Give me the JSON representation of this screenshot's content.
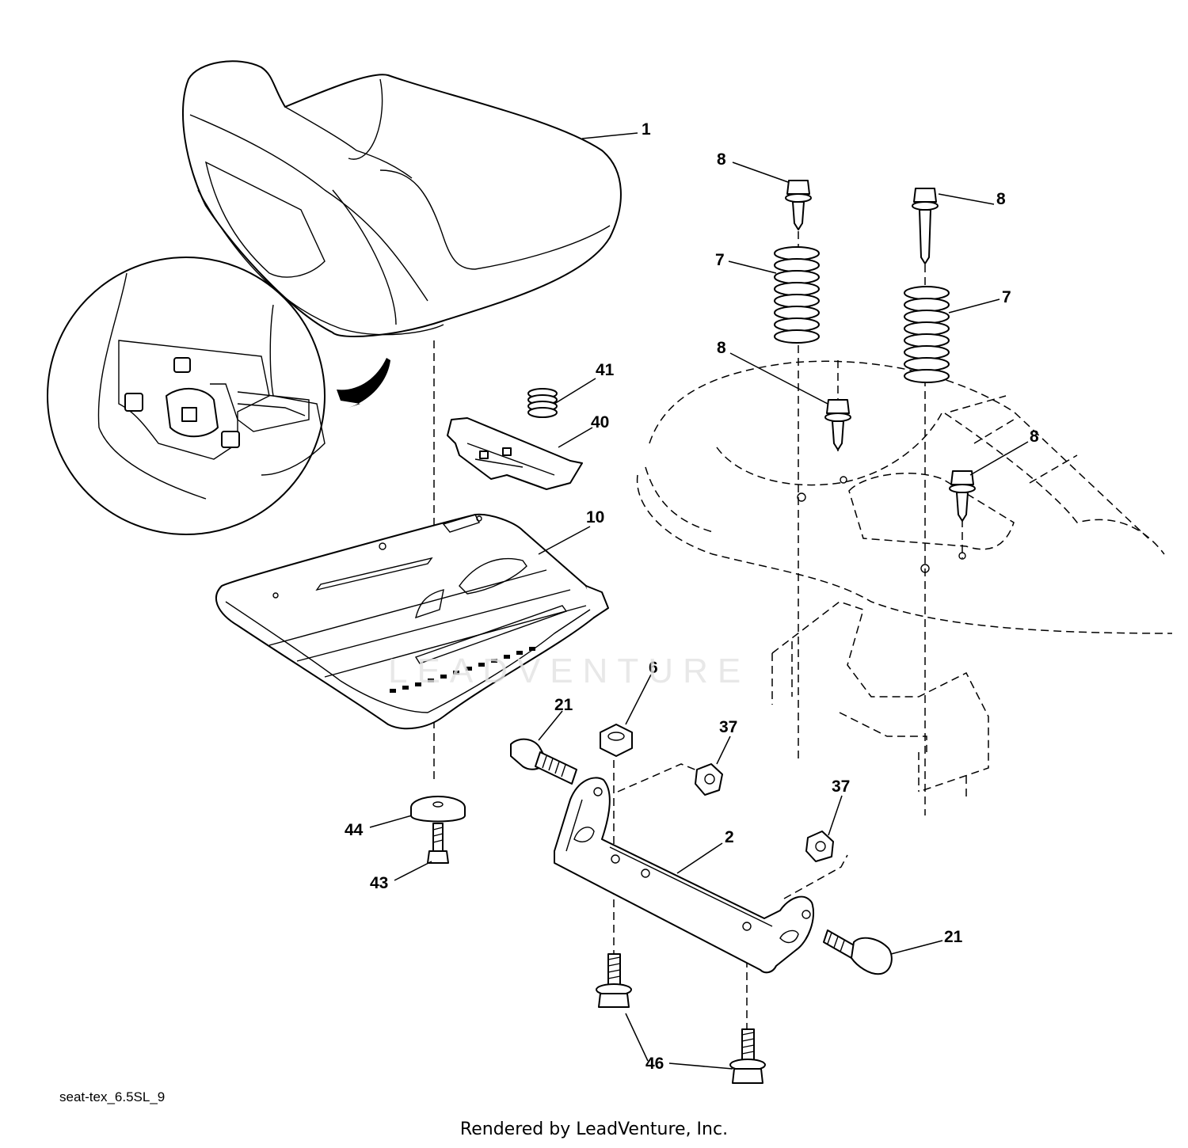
{
  "diagram": {
    "drawing_code": "seat-tex_6.5SL_9",
    "footer": "Rendered by LeadVenture, Inc.",
    "watermark": "LEADVENTURE",
    "callouts": [
      {
        "id": "seat",
        "label": "1"
      },
      {
        "id": "bolt-a",
        "label": "8"
      },
      {
        "id": "bolt-b",
        "label": "8"
      },
      {
        "id": "spring-a",
        "label": "7"
      },
      {
        "id": "spring-b",
        "label": "7"
      },
      {
        "id": "bolt-c",
        "label": "8"
      },
      {
        "id": "bolt-d",
        "label": "8"
      },
      {
        "id": "spring-small",
        "label": "41"
      },
      {
        "id": "seat-switch-bracket",
        "label": "40"
      },
      {
        "id": "seat-pan",
        "label": "10"
      },
      {
        "id": "nut-6",
        "label": "6"
      },
      {
        "id": "bolt-21-left",
        "label": "21"
      },
      {
        "id": "nut-37-a",
        "label": "37"
      },
      {
        "id": "nut-37-b",
        "label": "37"
      },
      {
        "id": "bracket-2",
        "label": "2"
      },
      {
        "id": "knob-44",
        "label": "44"
      },
      {
        "id": "screw-43",
        "label": "43"
      },
      {
        "id": "bolt-21-right",
        "label": "21"
      },
      {
        "id": "bolt-46",
        "label": "46"
      }
    ]
  }
}
